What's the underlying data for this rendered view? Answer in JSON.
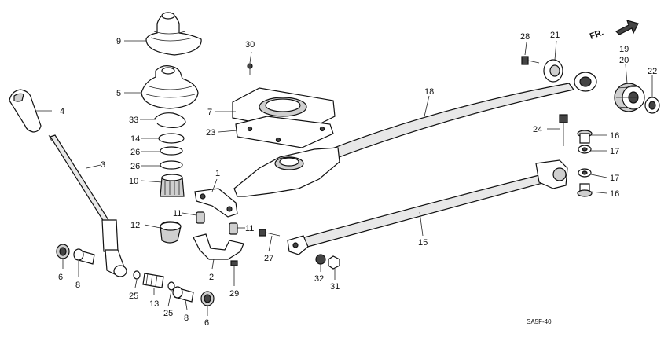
{
  "diagram": {
    "direction_label": "FR.",
    "drawing_code": "SA5F-40",
    "callouts": {
      "c1": "1",
      "c2": "2",
      "c3": "3",
      "c4": "4",
      "c5": "5",
      "c6a": "6",
      "c6b": "6",
      "c7": "7",
      "c8a": "8",
      "c8b": "8",
      "c9": "9",
      "c10": "10",
      "c11a": "11",
      "c11b": "11",
      "c12": "12",
      "c13": "13",
      "c14": "14",
      "c15": "15",
      "c16a": "16",
      "c16b": "16",
      "c17a": "17",
      "c17b": "17",
      "c18": "18",
      "c19": "19",
      "c20": "20",
      "c21": "21",
      "c22": "22",
      "c23": "23",
      "c24": "24",
      "c25a": "25",
      "c25b": "25",
      "c26a": "26",
      "c26b": "26",
      "c27": "27",
      "c28": "28",
      "c29": "29",
      "c30": "30",
      "c31": "31",
      "c32": "32",
      "c33": "33"
    }
  }
}
